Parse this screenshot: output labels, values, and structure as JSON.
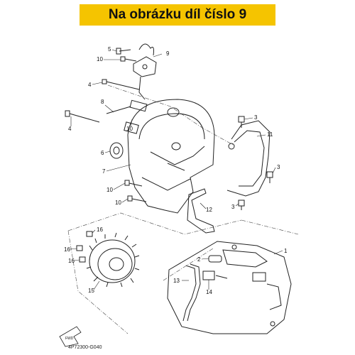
{
  "header": {
    "title": "Na obrázku díl číslo 9"
  },
  "diagram": {
    "code": "4P72300-G040",
    "fwd": "FWD",
    "callouts": {
      "c5": "5",
      "c9": "9",
      "c10a": "10",
      "c4a": "4",
      "c8": "8",
      "c4b": "4",
      "c10b": "10",
      "c6": "6",
      "c7": "7",
      "c3a": "3",
      "c11": "11",
      "c3b": "3",
      "c10c": "10",
      "c10d": "10",
      "c3c": "3",
      "c12": "12",
      "c16a": "16",
      "c16b": "16",
      "c16c": "16",
      "c15": "15",
      "c1": "1",
      "c2": "2",
      "c13": "13",
      "c14": "14"
    }
  }
}
